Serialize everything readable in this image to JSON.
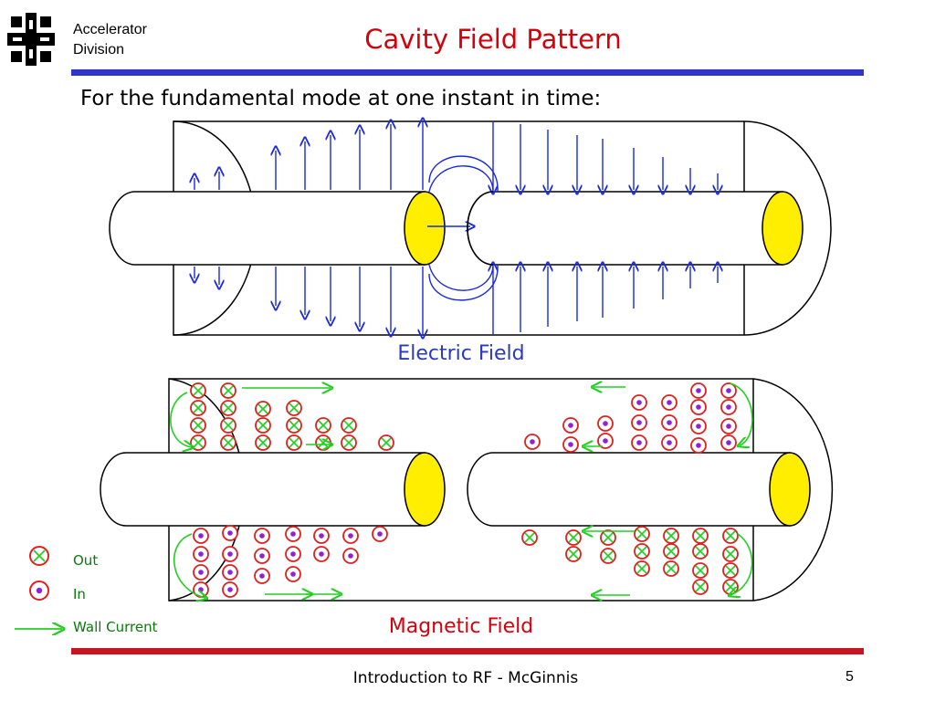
{
  "header": {
    "division_line1": "Accelerator",
    "division_line2": "Division",
    "title": "Cavity Field Pattern",
    "logo_icon": "fermilab-logo-icon"
  },
  "subtitle": "For the fundamental mode at one instant in time:",
  "electric_field": {
    "label": "Electric Field"
  },
  "magnetic_field": {
    "label": "Magnetic Field"
  },
  "legend": {
    "out_label": "Out",
    "in_label": "In",
    "wall_current_label": "Wall Current"
  },
  "footer": {
    "text": "Introduction to RF - McGinnis",
    "page": "5"
  },
  "colors": {
    "title_red": "#d4000c",
    "field_blue": "#2a3ab8",
    "arrow_blue": "#1a28e0",
    "symbol_red": "#e0201e",
    "symbol_green": "#20d020",
    "dot_purple": "#9020e0",
    "end_yellow": "#ffee00",
    "top_rule": "#2f36c8",
    "bottom_rule": "#c8141e"
  }
}
